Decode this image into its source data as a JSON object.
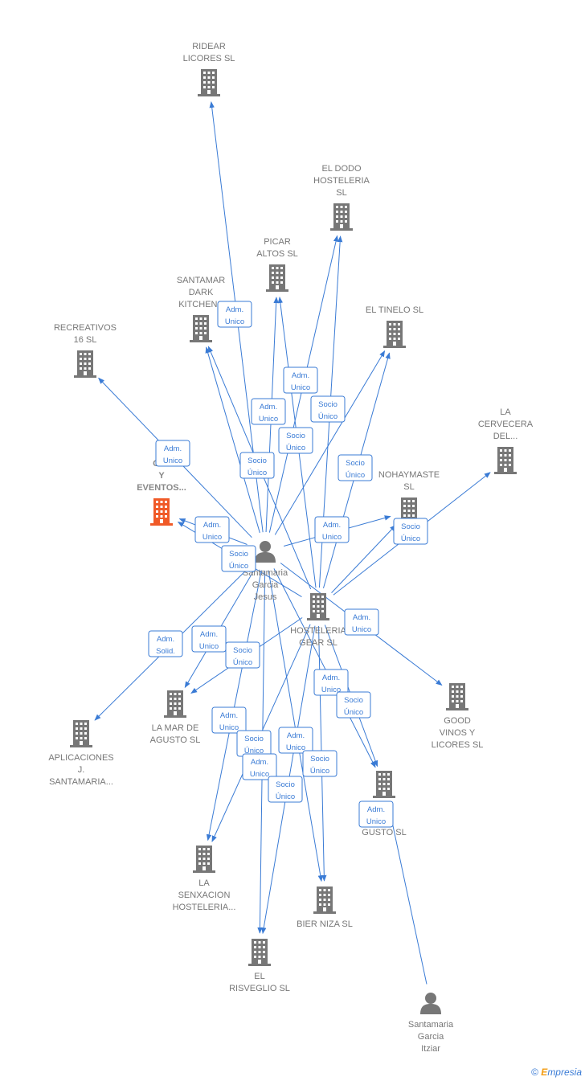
{
  "colors": {
    "edge": "#3a7bd5",
    "company": "#777777",
    "focus_company": "#f05a28",
    "person": "#777777"
  },
  "nodes": [
    {
      "id": "ridear",
      "kind": "company",
      "label": [
        "RIDEAR",
        "LICORES  SL"
      ]
    },
    {
      "id": "dodo",
      "kind": "company",
      "label": [
        "EL DODO",
        "HOSTELERIA",
        "SL"
      ]
    },
    {
      "id": "picar",
      "kind": "company",
      "label": [
        "PICAR",
        "ALTOS  SL"
      ]
    },
    {
      "id": "santamar",
      "kind": "company",
      "label": [
        "SANTAMAR",
        "DARK",
        "KITCHENS"
      ]
    },
    {
      "id": "tinelo",
      "kind": "company",
      "label": [
        "EL TINELO  SL"
      ]
    },
    {
      "id": "recreativos",
      "kind": "company",
      "label": [
        "RECREATIVOS",
        "16  SL"
      ]
    },
    {
      "id": "cervecera",
      "kind": "company",
      "label": [
        "LA",
        "CERVECERA",
        "DEL..."
      ]
    },
    {
      "id": "catering",
      "kind": "focus",
      "label": [
        "CAT",
        "Y",
        "EVENTOS..."
      ]
    },
    {
      "id": "nohaymaste",
      "kind": "company",
      "label": [
        "NOHAYMASTE",
        "SL"
      ]
    },
    {
      "id": "jesus",
      "kind": "person",
      "label": [
        "Santamaria",
        "Garcia",
        "Jesus"
      ]
    },
    {
      "id": "gear",
      "kind": "company",
      "label": [
        "HOSTELERIA",
        "GEAR SL"
      ]
    },
    {
      "id": "good",
      "kind": "company",
      "label": [
        "GOOD",
        "VINOS Y",
        "LICORES  SL"
      ]
    },
    {
      "id": "lamar",
      "kind": "company",
      "label": [
        "LA MAR DE",
        "AGUSTO  SL"
      ]
    },
    {
      "id": "aplicaciones",
      "kind": "company",
      "label": [
        "APLICACIONES",
        "J.",
        "SANTAMARIA..."
      ]
    },
    {
      "id": "gusto",
      "kind": "company",
      "label": [
        "A",
        "Y",
        "GUSTO  SL"
      ]
    },
    {
      "id": "senxacion",
      "kind": "company",
      "label": [
        "LA",
        "SENXACION",
        "HOSTELERIA..."
      ]
    },
    {
      "id": "bier",
      "kind": "company",
      "label": [
        "BIER NIZA  SL"
      ]
    },
    {
      "id": "risveglio",
      "kind": "company",
      "label": [
        "EL",
        "RISVEGLIO  SL"
      ]
    },
    {
      "id": "itziar",
      "kind": "person",
      "label": [
        "Santamaria",
        "Garcia",
        "Itziar"
      ]
    }
  ],
  "edges": [
    {
      "from": "jesus",
      "to": "ridear",
      "label": []
    },
    {
      "from": "jesus",
      "to": "dodo",
      "label": [
        "Adm.",
        "Unico"
      ]
    },
    {
      "from": "gear",
      "to": "dodo",
      "label": []
    },
    {
      "from": "jesus",
      "to": "picar",
      "label": [
        "Adm.",
        "Unico"
      ]
    },
    {
      "from": "gear",
      "to": "picar",
      "label": [
        "Socio",
        "Único"
      ]
    },
    {
      "from": "jesus",
      "to": "santamar",
      "label": [
        "Adm.",
        "Unico"
      ]
    },
    {
      "from": "gear",
      "to": "santamar",
      "label": [
        "Socio",
        "Único"
      ]
    },
    {
      "from": "jesus",
      "to": "tinelo",
      "label": [
        "Socio",
        "Único"
      ]
    },
    {
      "from": "gear",
      "to": "tinelo",
      "label": [
        "Socio",
        "Único"
      ]
    },
    {
      "from": "jesus",
      "to": "recreativos",
      "label": [
        "Adm.",
        "Unico"
      ]
    },
    {
      "from": "gear",
      "to": "cervecera",
      "label": []
    },
    {
      "from": "jesus",
      "to": "catering",
      "label": [
        "Adm.",
        "Unico"
      ]
    },
    {
      "from": "gear",
      "to": "catering",
      "label": [
        "Socio",
        "Único"
      ]
    },
    {
      "from": "jesus",
      "to": "nohaymaste",
      "label": [
        "Adm.",
        "Unico"
      ]
    },
    {
      "from": "gear",
      "to": "nohaymaste",
      "label": [
        "Socio",
        "Único"
      ]
    },
    {
      "from": "jesus",
      "to": "good",
      "label": [
        "Adm.",
        "Unico"
      ]
    },
    {
      "from": "jesus",
      "to": "lamar",
      "label": [
        "Adm.",
        "Unico"
      ]
    },
    {
      "from": "gear",
      "to": "lamar",
      "label": [
        "Socio",
        "Único"
      ]
    },
    {
      "from": "jesus",
      "to": "aplicaciones",
      "label": [
        "Adm.",
        "Solid."
      ]
    },
    {
      "from": "jesus",
      "to": "gusto",
      "label": [
        "Adm.",
        "Unico"
      ]
    },
    {
      "from": "gear",
      "to": "gusto",
      "label": [
        "Socio",
        "Único"
      ]
    },
    {
      "from": "itziar",
      "to": "gusto",
      "label": [
        "Adm.",
        "Unico"
      ]
    },
    {
      "from": "jesus",
      "to": "senxacion",
      "label": [
        "Adm.",
        "Unico"
      ]
    },
    {
      "from": "gear",
      "to": "senxacion",
      "label": [
        "Socio",
        "Único"
      ]
    },
    {
      "from": "jesus",
      "to": "bier",
      "label": [
        "Adm.",
        "Unico"
      ]
    },
    {
      "from": "gear",
      "to": "bier",
      "label": [
        "Socio",
        "Único"
      ]
    },
    {
      "from": "jesus",
      "to": "risveglio",
      "label": [
        "Adm.",
        "Unico"
      ]
    },
    {
      "from": "gear",
      "to": "risveglio",
      "label": [
        "Socio",
        "Único"
      ]
    }
  ],
  "credit": {
    "symbol": "©",
    "brand_initial": "E",
    "brand_rest": "mpresia"
  }
}
